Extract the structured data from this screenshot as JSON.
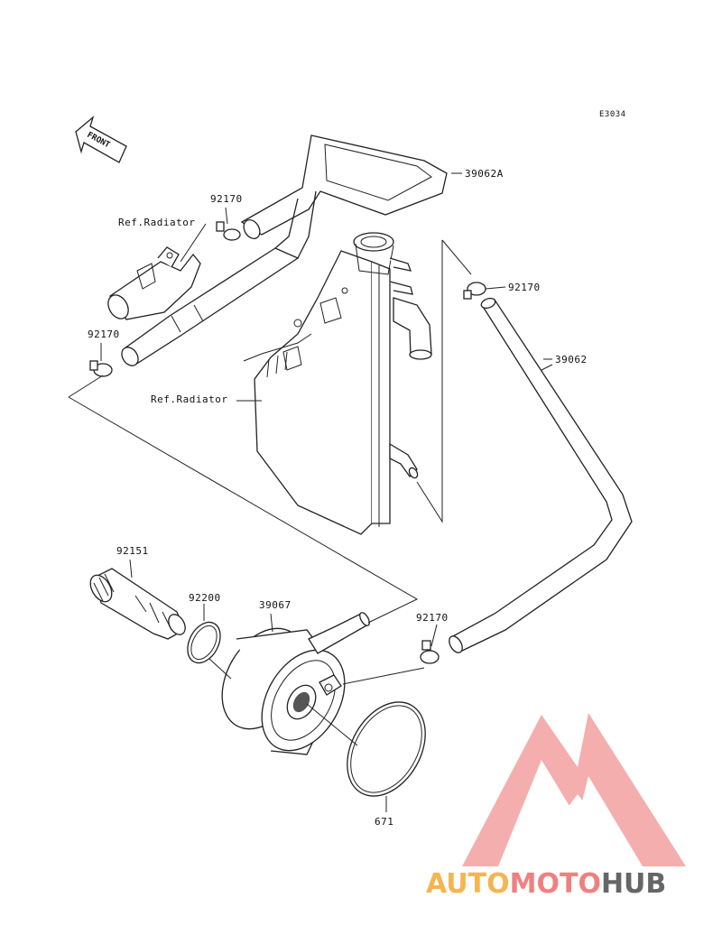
{
  "diagram": {
    "code": "E3034",
    "front_label": "FRONT",
    "callouts": [
      {
        "id": "hose-39062a",
        "text": "39062A"
      },
      {
        "id": "clamp-92170-top",
        "text": "92170"
      },
      {
        "id": "ref-radiator-top",
        "text": "Ref.Radiator"
      },
      {
        "id": "clamp-92170-right",
        "text": "92170"
      },
      {
        "id": "hose-39062",
        "text": "39062"
      },
      {
        "id": "clamp-92170-left",
        "text": "92170"
      },
      {
        "id": "ref-radiator-mid",
        "text": "Ref.Radiator"
      },
      {
        "id": "fitting-92151",
        "text": "92151"
      },
      {
        "id": "oring-92200",
        "text": "92200"
      },
      {
        "id": "cooler-39067",
        "text": "39067"
      },
      {
        "id": "clamp-92170-bottom",
        "text": "92170"
      },
      {
        "id": "oring-671",
        "text": "671"
      }
    ]
  },
  "watermark": {
    "part1": "AUTO",
    "part2": "MOTO",
    "part3": "HUB",
    "colors": {
      "auto": "#f6b450",
      "moto": "#f08080",
      "hub": "#666666",
      "logo": "#f4a0a0"
    }
  }
}
